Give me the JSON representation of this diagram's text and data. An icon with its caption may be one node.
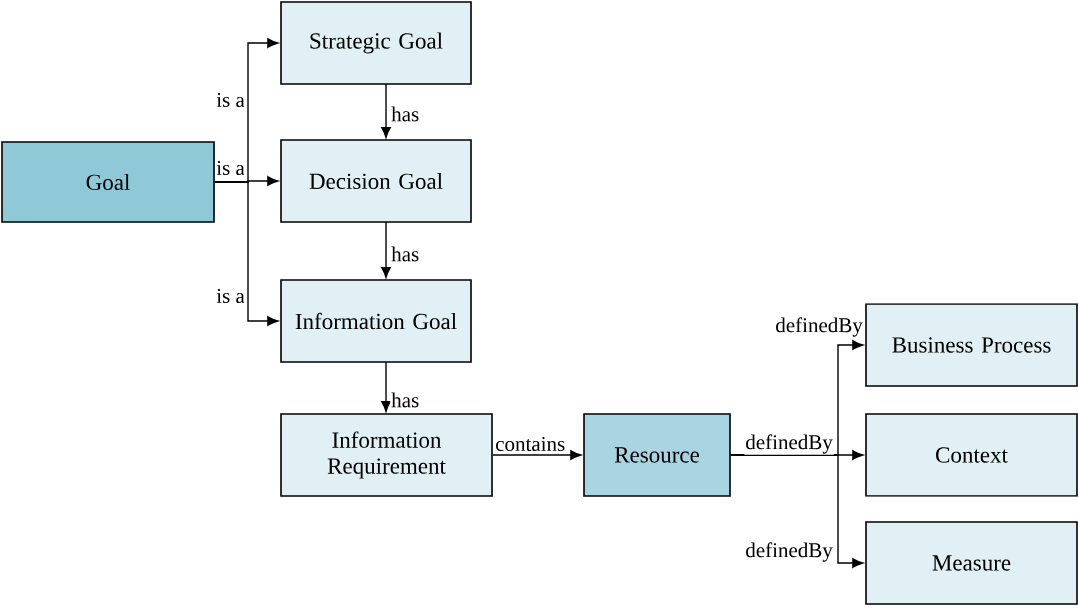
{
  "diagram": {
    "nodes": [
      {
        "text": [
          "Goal"
        ]
      },
      {
        "text": [
          "Strategic Goal"
        ]
      },
      {
        "text": [
          "Decision Goal"
        ]
      },
      {
        "text": [
          "Information Goal"
        ]
      },
      {
        "text": [
          "Information Requirement"
        ]
      },
      {
        "text": [
          "Resource"
        ]
      },
      {
        "text": [
          "Business Process"
        ]
      },
      {
        "text": [
          "Context"
        ]
      },
      {
        "text": [
          "Measure"
        ]
      }
    ],
    "edges": [
      {
        "from": 0,
        "to": 1,
        "arrow": "to",
        "label": "is a"
      },
      {
        "from": 0,
        "to": 2,
        "arrow": "to",
        "label": "is a"
      },
      {
        "from": 0,
        "to": 3,
        "arrow": "to",
        "label": "is a"
      },
      {
        "from": 1,
        "to": 2,
        "arrow": "to",
        "label": "has"
      },
      {
        "from": 2,
        "to": 3,
        "arrow": "to",
        "label": "has"
      },
      {
        "from": 3,
        "to": 4,
        "arrow": "to",
        "label": "has"
      },
      {
        "from": 4,
        "to": 5,
        "arrow": "to",
        "label": "contains"
      },
      {
        "from": 5,
        "to": 6,
        "arrow": "to",
        "label": "definedBy"
      },
      {
        "from": 5,
        "to": 7,
        "arrow": "to",
        "label": "definedBy"
      },
      {
        "from": 5,
        "to": 8,
        "arrow": "to",
        "label": "definedBy"
      }
    ]
  }
}
